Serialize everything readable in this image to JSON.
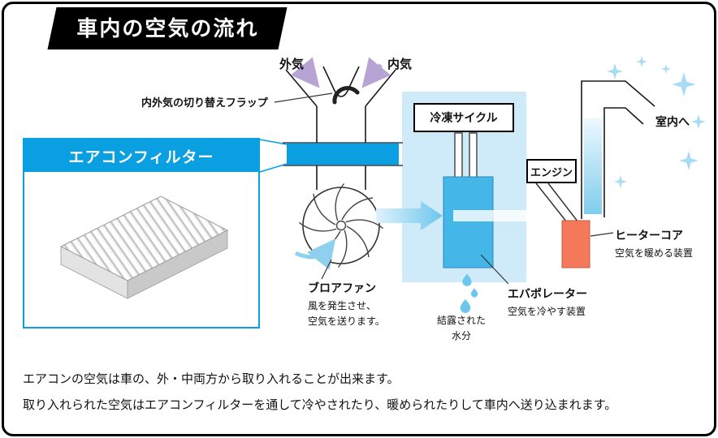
{
  "title": "車内の空気の流れ",
  "colors": {
    "accent_blue": "#0a9fe0",
    "region_blue": "#cfeaf8",
    "evaporator_blue": "#45b6e8",
    "heater_orange": "#f4785a",
    "sparkle_blue": "#a6dcf5",
    "flow_blue": "#6cc6ed",
    "arrow_purple": "#b7a4d4"
  },
  "labels": {
    "outside_air": "外気",
    "inside_air": "内気",
    "flap": "内外気の切り替えフラップ",
    "refrigeration_cycle": "冷凍サイクル",
    "engine": "エンジン",
    "to_cabin": "室内へ",
    "filter_box_title": "エアコンフィルター",
    "blower_fan": "ブロアファン",
    "blower_fan_desc": "風を発生させ、\n空気を送ります。",
    "condensed_water": "結露された\n水分",
    "evaporator": "エバポレーター",
    "evaporator_desc": "空気を冷やす装置",
    "heater_core": "ヒーターコア",
    "heater_core_desc": "空気を暖める装置"
  },
  "footer": {
    "line1": "エアコンの空気は車の、外・中両方から取り入れることが出来ます。",
    "line2": "取り入れられた空気はエアコンフィルターを通して冷やされたり、暖められたりして車内へ送り込まれます。"
  }
}
